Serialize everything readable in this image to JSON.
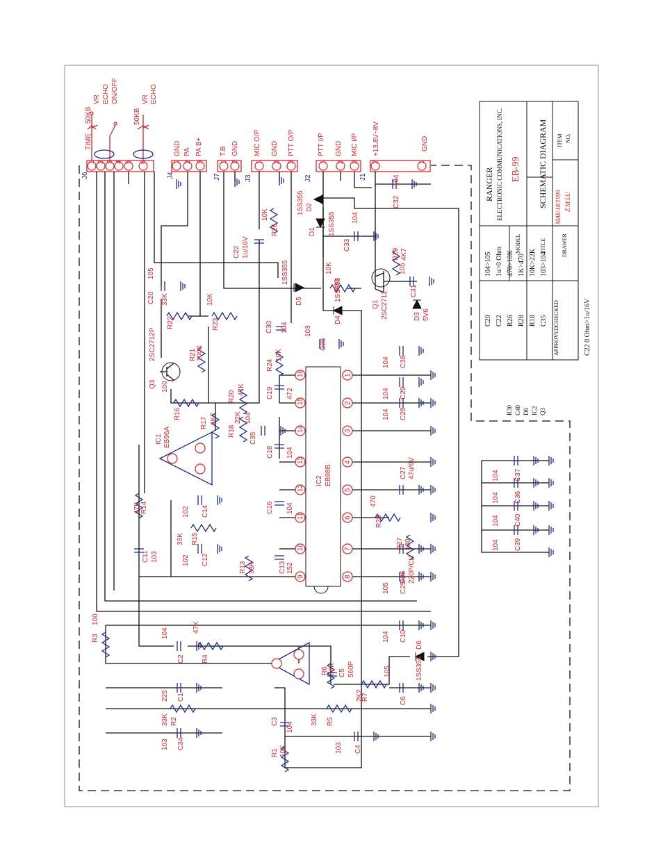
{
  "title_block": {
    "company": "RANGER",
    "company_sub": "ELECTRONIC COMMUNICATIONS, INC.",
    "model_label": "MODEL",
    "model": "EB-99",
    "title_label": "TITLE",
    "title": "SCHEMATIC DIAGRAM",
    "drawer_label": "DRAWER",
    "date": "MAY/18/1999",
    "drawer": "Z.M.LU",
    "item_label": "ITEM",
    "no_label": "NO.",
    "checked_label": "CHECKED",
    "approved_label": "APPROVED"
  },
  "change_table": [
    [
      "C20",
      "104>105"
    ],
    [
      "C22",
      "1u>0 Ohm"
    ],
    [
      "R26",
      "470>10K"
    ],
    [
      "R28",
      "1K>470"
    ],
    [
      "R18",
      "10K>22K"
    ],
    [
      "C35",
      "103>104"
    ]
  ],
  "change_footnote": "C22  0  Ohm>1u/16V",
  "removed_parts": [
    "R30",
    "C40",
    "D6",
    "IC2",
    "Q3"
  ],
  "connectors": {
    "j6": {
      "ref": "J6",
      "labels": [
        "TIME",
        "50KB",
        "VR",
        "ECHO",
        "ON/OFF",
        "50KB",
        "VR",
        "ECHO"
      ],
      "pins": [
        "1",
        "2",
        "3",
        "4",
        "5",
        "6"
      ]
    },
    "j4": {
      "ref": "J4",
      "labels": [
        "GND",
        "PA",
        "PA B+"
      ],
      "pins": [
        "1",
        "2",
        "3"
      ]
    },
    "j7": {
      "ref": "J7",
      "labels": [
        "T.B",
        "GND"
      ],
      "pins": [
        "1",
        "2"
      ]
    },
    "j3": {
      "ref": "J3",
      "labels": [
        "MIC O/P",
        "GND",
        "PTT O/P"
      ],
      "pins": [
        "1",
        "2",
        "3"
      ]
    },
    "j2": {
      "ref": "J2",
      "labels": [
        "PTT I/P",
        "GND",
        "MIC I/P"
      ],
      "pins": [
        "1",
        "2",
        "3"
      ]
    },
    "j1": {
      "ref": "J1",
      "labels": [
        "+13.8V~8V",
        "GND"
      ],
      "pins": [
        "2",
        "1"
      ]
    }
  },
  "ics": {
    "ic1": {
      "ref": "IC1",
      "part": "EB96A"
    },
    "ic2": {
      "ref": "IC2",
      "part": "EB98B"
    },
    "ic2_pins": [
      "16",
      "15",
      "14",
      "13",
      "12",
      "11",
      "10",
      "9",
      "1",
      "2",
      "3",
      "4",
      "5",
      "6",
      "7",
      "8"
    ]
  },
  "components": {
    "c20": [
      "C20",
      "105"
    ],
    "c22": [
      "C22",
      "1u/16V"
    ],
    "c33": [
      "C33",
      "104"
    ],
    "c32": [
      "C32",
      "104"
    ],
    "c31": [
      "C31",
      "105"
    ],
    "c30": [
      "C30",
      "104"
    ],
    "c23": [
      "C23",
      "103"
    ],
    "c38": [
      "C38",
      "104"
    ],
    "c29": [
      "C29",
      "104"
    ],
    "c28": [
      "C28",
      "104"
    ],
    "c27": [
      "C27",
      "47u/6V"
    ],
    "c26": [
      "C26",
      "220P/CH"
    ],
    "c25": [
      "C25",
      "105"
    ],
    "c10": [
      "C10",
      "104"
    ],
    "c19": [
      "C19",
      "472"
    ],
    "c18": [
      "C18",
      "104"
    ],
    "c35": [
      "C35",
      "104"
    ],
    "c16": [
      "C16",
      "104"
    ],
    "c13": [
      "C13",
      "152"
    ],
    "c14": [
      "C14",
      "102"
    ],
    "c12": [
      "C12",
      "102"
    ],
    "c11": [
      "C11",
      "103"
    ],
    "c2": [
      "C2",
      "104"
    ],
    "c1": [
      "C1",
      "225"
    ],
    "c34": [
      "C34",
      "103"
    ],
    "c3": [
      "C3",
      "104"
    ],
    "c4": [
      "C4",
      "103"
    ],
    "c5": [
      "C5",
      "560P"
    ],
    "c6": [
      "C6",
      "105"
    ],
    "c37": [
      "C37",
      "104"
    ],
    "c36": [
      "C36",
      "104"
    ],
    "c40": [
      "C40",
      "104"
    ],
    "c39": [
      "C39",
      "104"
    ],
    "r26": [
      "R26",
      "10K"
    ],
    "r30": [
      "R30",
      "10K"
    ],
    "r29": [
      "R29",
      "4K7"
    ],
    "r22": [
      "R22",
      "33K"
    ],
    "r23": [
      "R23",
      "10K"
    ],
    "r21": [
      "R21",
      "100K"
    ],
    "r24": [
      "R24",
      "10K"
    ],
    "r20": [
      "R20",
      "47K"
    ],
    "r18": [
      "R18",
      "22K"
    ],
    "r17": [
      "R17",
      "4K7"
    ],
    "r16": [
      "R16",
      "100"
    ],
    "r14": [
      "R14",
      "47K"
    ],
    "r15": [
      "R15",
      "33K"
    ],
    "r13": [
      "R13",
      "33K"
    ],
    "r28": [
      "R28",
      "470"
    ],
    "r27": [
      "R27",
      "100"
    ],
    "r3": [
      "R3",
      "100"
    ],
    "r4": [
      "R4",
      "47K"
    ],
    "r2": [
      "R2",
      "33K"
    ],
    "r5": [
      "R5",
      "33K"
    ],
    "r1": [
      "R1",
      "10K"
    ],
    "r6": [
      "R6",
      "33K"
    ],
    "r7": [
      "R7",
      "2K2"
    ],
    "d2": [
      "D2",
      "1SS355"
    ],
    "d1": [
      "D1",
      "1SS355"
    ],
    "d5": [
      "D5",
      "1SS355"
    ],
    "d4": [
      "D4",
      "1SS355"
    ],
    "d3": [
      "D3",
      "5V6"
    ],
    "d6": [
      "D6",
      "1SS355"
    ],
    "q1": [
      "Q1",
      "2SC2712"
    ],
    "q3": [
      "Q3",
      "2SC2712P"
    ]
  }
}
